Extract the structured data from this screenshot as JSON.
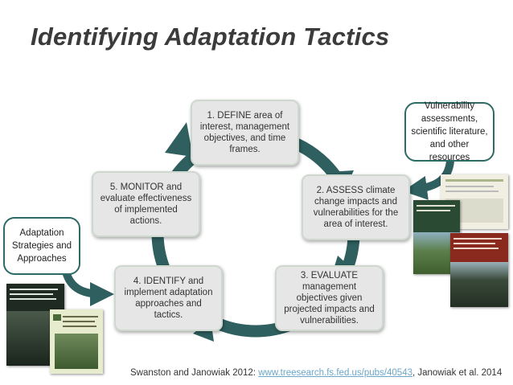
{
  "title": "Identifying Adaptation Tactics",
  "steps": {
    "define": "1. DEFINE area of interest, management objectives, and time frames.",
    "assess": "2. ASSESS climate change impacts and vulnerabilities for the area of interest.",
    "evaluate": "3. EVALUATE management objectives given projected impacts and vulnerabilities.",
    "identify": "4. IDENTIFY and implement adaptation approaches and tactics.",
    "monitor": "5. MONITOR and evaluate effectiveness of implemented actions."
  },
  "inputs": {
    "vulnerability": "Vulnerability assessments, scientific literature, and other resources",
    "adaptation": "Adaptation Strategies and Approaches"
  },
  "citation": {
    "prefix": "Swanston and Janowiak 2012: ",
    "link": "www.treesearch.fs.fed.us/pubs/40543",
    "suffix": ", Janowiak et al. 2014"
  },
  "colors": {
    "cycle": "#2f5f5f",
    "box_fill": "#e6e6e6",
    "input_border": "#2e6b66",
    "link": "#6aa6c8"
  }
}
